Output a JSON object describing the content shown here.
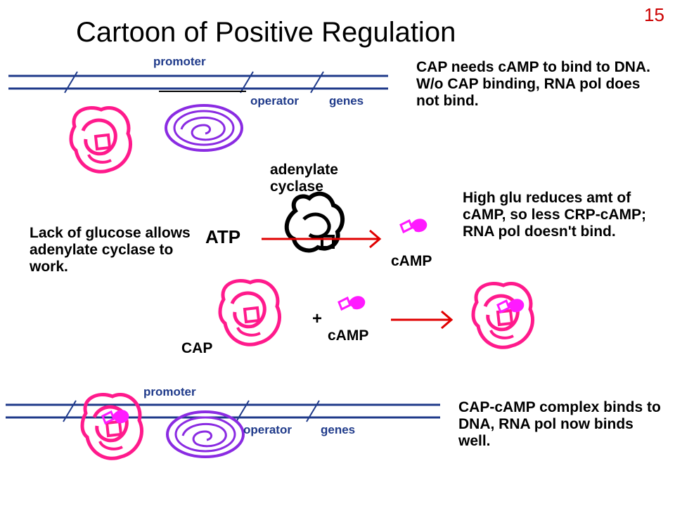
{
  "slide": {
    "title": "Cartoon of Positive Regulation",
    "number": "15"
  },
  "top_dna": {
    "promoter_label": "promoter",
    "operator_label": "operator",
    "genes_label": "genes"
  },
  "bottom_dna": {
    "promoter_label": "promoter",
    "operator_label": "operator",
    "genes_label": "genes"
  },
  "notes": {
    "cap_needs_camp": "CAP needs cAMP to bind to DNA. W/o CAP binding, RNA pol does not bind.",
    "high_glucose": "High glu reduces amt of cAMP, so less CRP-cAMP; RNA pol doesn't bind.",
    "lack_of_glucose": "Lack of glucose allows adenylate cyclase to work.",
    "complex_binds": "CAP-cAMP complex binds to DNA, RNA pol now binds well."
  },
  "labels": {
    "adenylate_cyclase": "adenylate cyclase",
    "atp": "ATP",
    "camp_product": "cAMP",
    "plus": "+",
    "camp_reactant": "cAMP",
    "cap": "CAP"
  },
  "colors": {
    "dna": "#1f3a8a",
    "cap_protein": "#ff1a8c",
    "rna_polymerase": "#8a2be2",
    "camp": "#ff1aff",
    "arrow": "#e00000",
    "enzyme": "#000000"
  }
}
